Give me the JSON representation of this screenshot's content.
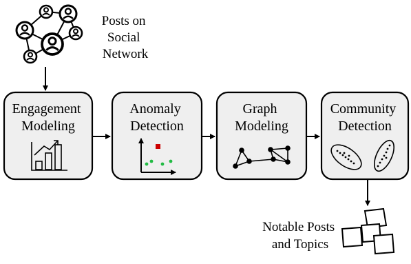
{
  "source_label": {
    "lines": [
      "Posts on",
      "Social",
      "Network"
    ]
  },
  "output_label": {
    "lines": [
      "Notable Posts",
      "and Topics"
    ]
  },
  "stages": [
    {
      "id": "engagement",
      "lines": [
        "Engagement",
        "Modeling"
      ],
      "icon": "bar-chart-icon"
    },
    {
      "id": "anomaly",
      "lines": [
        "Anomaly",
        "Detection"
      ],
      "icon": "scatter-anomaly-icon"
    },
    {
      "id": "graph",
      "lines": [
        "Graph",
        "Modeling"
      ],
      "icon": "graph-network-icon"
    },
    {
      "id": "community",
      "lines": [
        "Community",
        "Detection"
      ],
      "icon": "clusters-icon"
    }
  ],
  "colors": {
    "box_fill": "#efefef",
    "stroke": "#000000",
    "anomaly_point": "#cc0000",
    "normal_point": "#22bb44"
  }
}
